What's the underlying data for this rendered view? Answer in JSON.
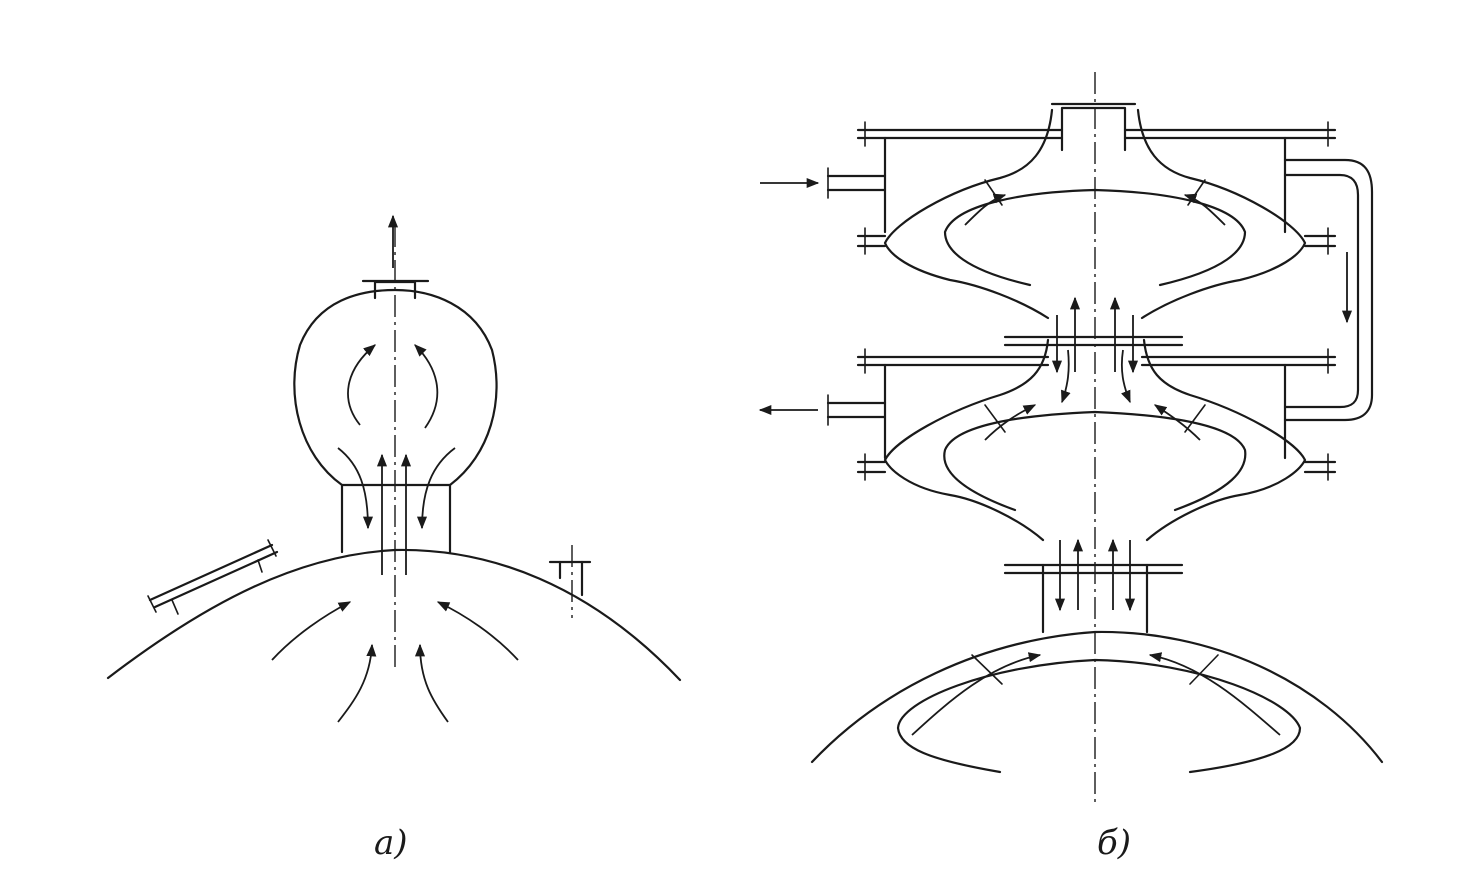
{
  "figure": {
    "panels": [
      {
        "id": "a",
        "caption": "а)"
      },
      {
        "id": "b",
        "caption": "б)"
      }
    ],
    "colors": {
      "line": "#1a1a1a",
      "background": "#ffffff"
    }
  }
}
